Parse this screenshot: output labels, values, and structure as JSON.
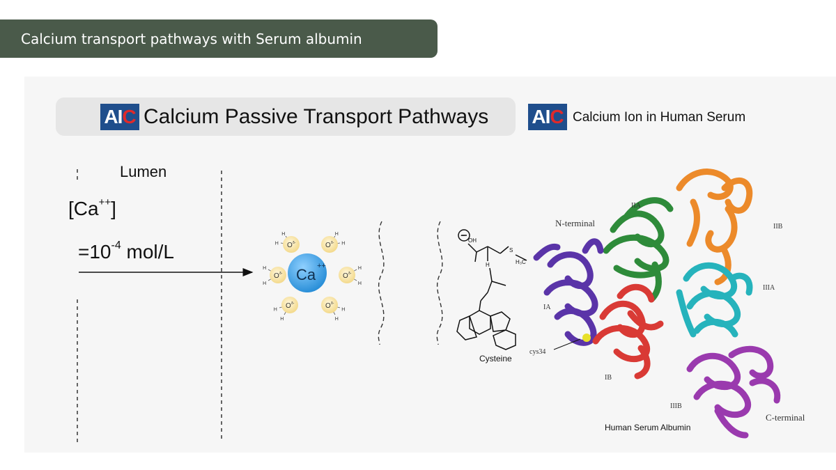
{
  "slide": {
    "title": "Calcium transport pathways with Serum albumin"
  },
  "left_section": {
    "logo": {
      "part1": "AI",
      "part2": "C"
    },
    "heading": "Calcium Passive Transport Pathways",
    "lumen_label": "Lumen",
    "concentration_species": "Ca",
    "concentration_charge": "++",
    "molarity_prefix": "=10",
    "molarity_exponent": "-4",
    "molarity_unit": "mol/L",
    "ion_center": {
      "symbol": "Ca",
      "charge": "++"
    },
    "oxygen_label": "O",
    "oxygen_charge": "δ-",
    "hydrogen_label": "H"
  },
  "right_section": {
    "logo": {
      "part1": "AI",
      "part2": "C"
    },
    "heading": "Calcium Ion in Human Serum",
    "cysteine_label": "Cysteine",
    "cysteine_groups": {
      "oh": "OH",
      "nh": "H",
      "s": "S",
      "methyl": "H₃C",
      "carboxylate_charge": "−"
    },
    "protein_caption": "Human Serum Albumin",
    "domain_labels": {
      "n_terminal": "N-terminal",
      "c_terminal": "C-terminal",
      "ia": "IA",
      "ib": "IB",
      "iia": "IIA",
      "iib": "IIB",
      "iiia": "IIIA",
      "iiib": "IIIB",
      "cys34": "cys34"
    }
  },
  "colors": {
    "title_bar": "#4a5a4a",
    "logo_bg": "#1f4e8c",
    "logo_accent": "#e02a2a",
    "calcium_ion": "#3ba0e6",
    "oxygen_shell": "#f7e2a0",
    "domain_ia": "#5a34a8",
    "domain_ib": "#d93a35",
    "domain_iia": "#2e8b3a",
    "domain_iib": "#ec8a2a",
    "domain_iiia": "#26b3bc",
    "domain_iiib": "#9a3aae"
  }
}
